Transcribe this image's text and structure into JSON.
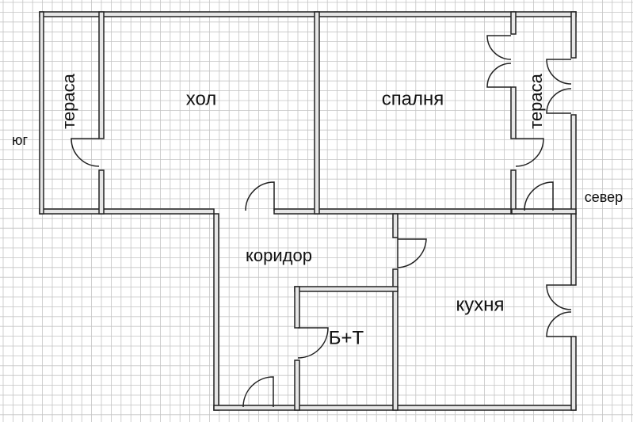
{
  "floorplan": {
    "rooms": {
      "terrace_south": "тераса",
      "hall": "хол",
      "bedroom": "спалня",
      "terrace_north": "тераса",
      "corridor": "коридор",
      "bathroom": "Б+Т",
      "kitchen": "кухня"
    },
    "orientation": {
      "south": "юг",
      "north": "север"
    }
  },
  "colors": {
    "background": "#ffffff",
    "grid": "#c4c4c4",
    "wall_fill": "#e6e6e6",
    "wall_line": "#222222",
    "door": "#222222",
    "text": "#111111"
  }
}
